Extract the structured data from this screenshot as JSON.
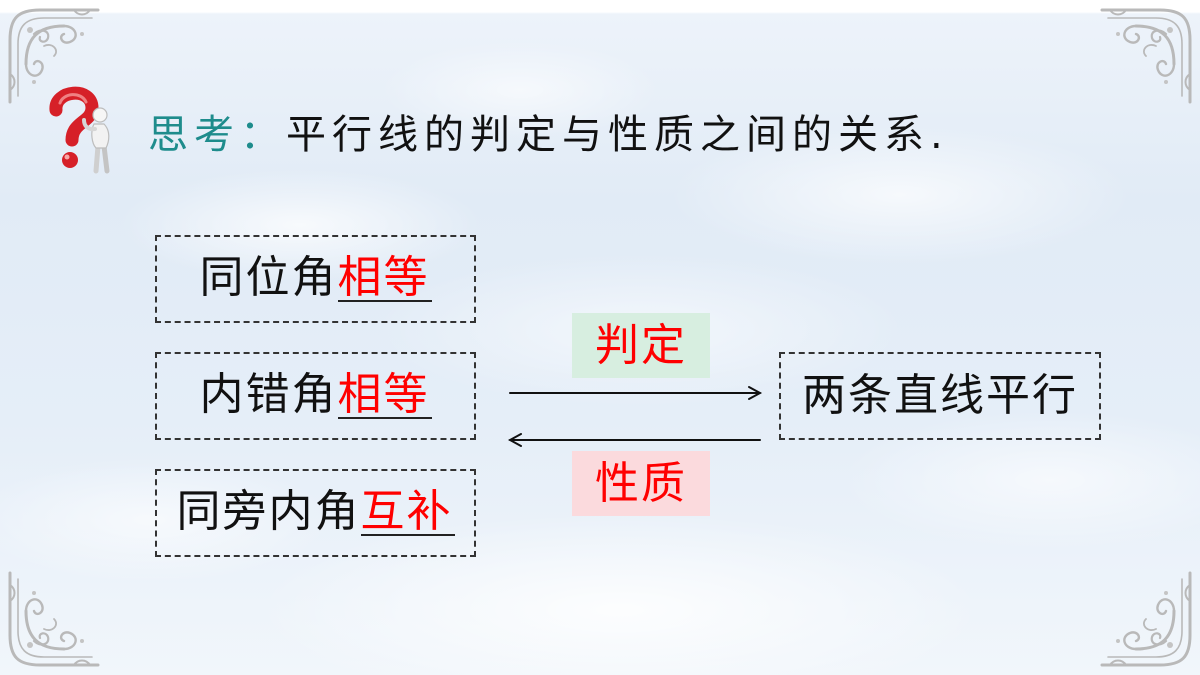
{
  "slide": {
    "title": {
      "label": "思考：",
      "text": "平行线的判定与性质之间的关系."
    },
    "conditions": [
      {
        "prefix": "同位角",
        "answer": "相等"
      },
      {
        "prefix": "内错角",
        "answer": "相等"
      },
      {
        "prefix": "同旁内角",
        "answer": "互补"
      }
    ],
    "relations": {
      "forward_label": "判定",
      "backward_label": "性质"
    },
    "conclusion": "两条直线平行"
  },
  "icons": {
    "thinking": "question-mark-thinking-figure-icon",
    "corner": "corner-ornament-icon",
    "forward": "arrow-right-icon",
    "backward": "arrow-left-icon"
  },
  "colors": {
    "title_label": "#1e8c8c",
    "answer": "#ff0000",
    "text": "#111111",
    "forward_label_bg": "#d7eee0",
    "backward_label_bg": "#fbdadd",
    "border": "#333333"
  }
}
